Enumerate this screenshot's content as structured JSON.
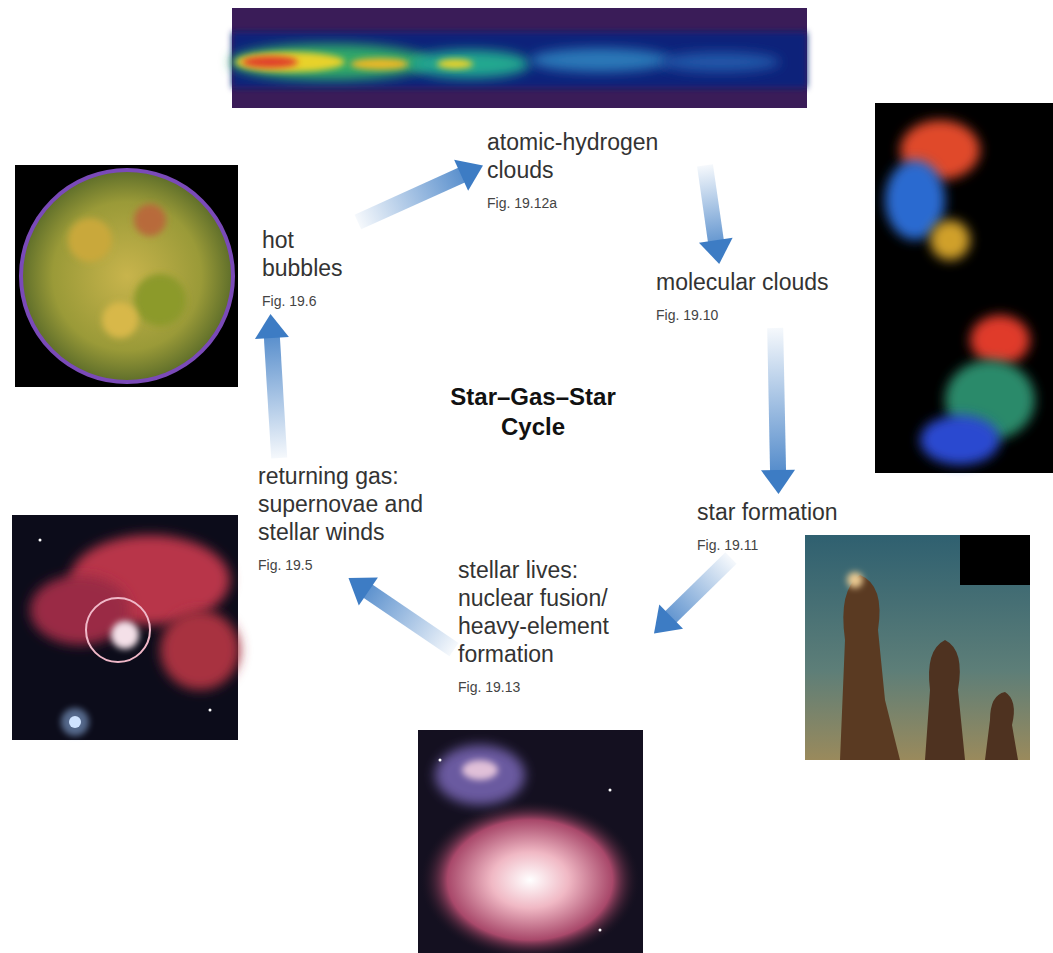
{
  "diagram": {
    "title": "Star–Gas–Star Cycle",
    "nodes": [
      {
        "text": [
          "atomic-hydrogen clouds",
          "Fig. 19.12a"
        ]
      },
      {
        "text": [
          "molecular clouds",
          "Fig. 19.10"
        ]
      },
      {
        "text": [
          "star formation",
          "Fig. 19.11"
        ]
      },
      {
        "text": [
          "stellar lives: nuclear fusion/ heavy-element formation",
          "Fig. 19.13"
        ]
      },
      {
        "text": [
          "returning gas: supernovae and stellar winds",
          "Fig. 19.5"
        ]
      },
      {
        "text": [
          "hot bubbles",
          "Fig. 19.6"
        ]
      }
    ],
    "edges": [
      {
        "from": 0,
        "to": 1,
        "arrow": "to"
      },
      {
        "from": 1,
        "to": 2,
        "arrow": "to"
      },
      {
        "from": 2,
        "to": 3,
        "arrow": "to"
      },
      {
        "from": 3,
        "to": 4,
        "arrow": "to"
      },
      {
        "from": 4,
        "to": 5,
        "arrow": "to"
      },
      {
        "from": 5,
        "to": 0,
        "arrow": "to"
      }
    ]
  }
}
